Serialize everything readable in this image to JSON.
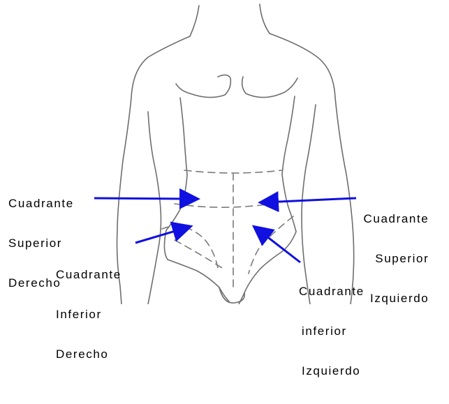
{
  "colors": {
    "background": "#ffffff",
    "outline": "#6e6e6e",
    "dashes": "#7a7a7a",
    "arrow": "#1010e0",
    "text": "#000000"
  },
  "labels": {
    "upper_right": {
      "lines": [
        "Cuadrante",
        "Superior",
        "Derecho"
      ]
    },
    "upper_left": {
      "lines": [
        "Cuadrante",
        "Superior",
        "Izquierdo"
      ]
    },
    "lower_right": {
      "lines": [
        "Cuadrante",
        "Inferior",
        "Derecho"
      ]
    },
    "lower_left": {
      "lines": [
        "Cuadrante",
        "inferior",
        "Izquierdo"
      ]
    }
  }
}
